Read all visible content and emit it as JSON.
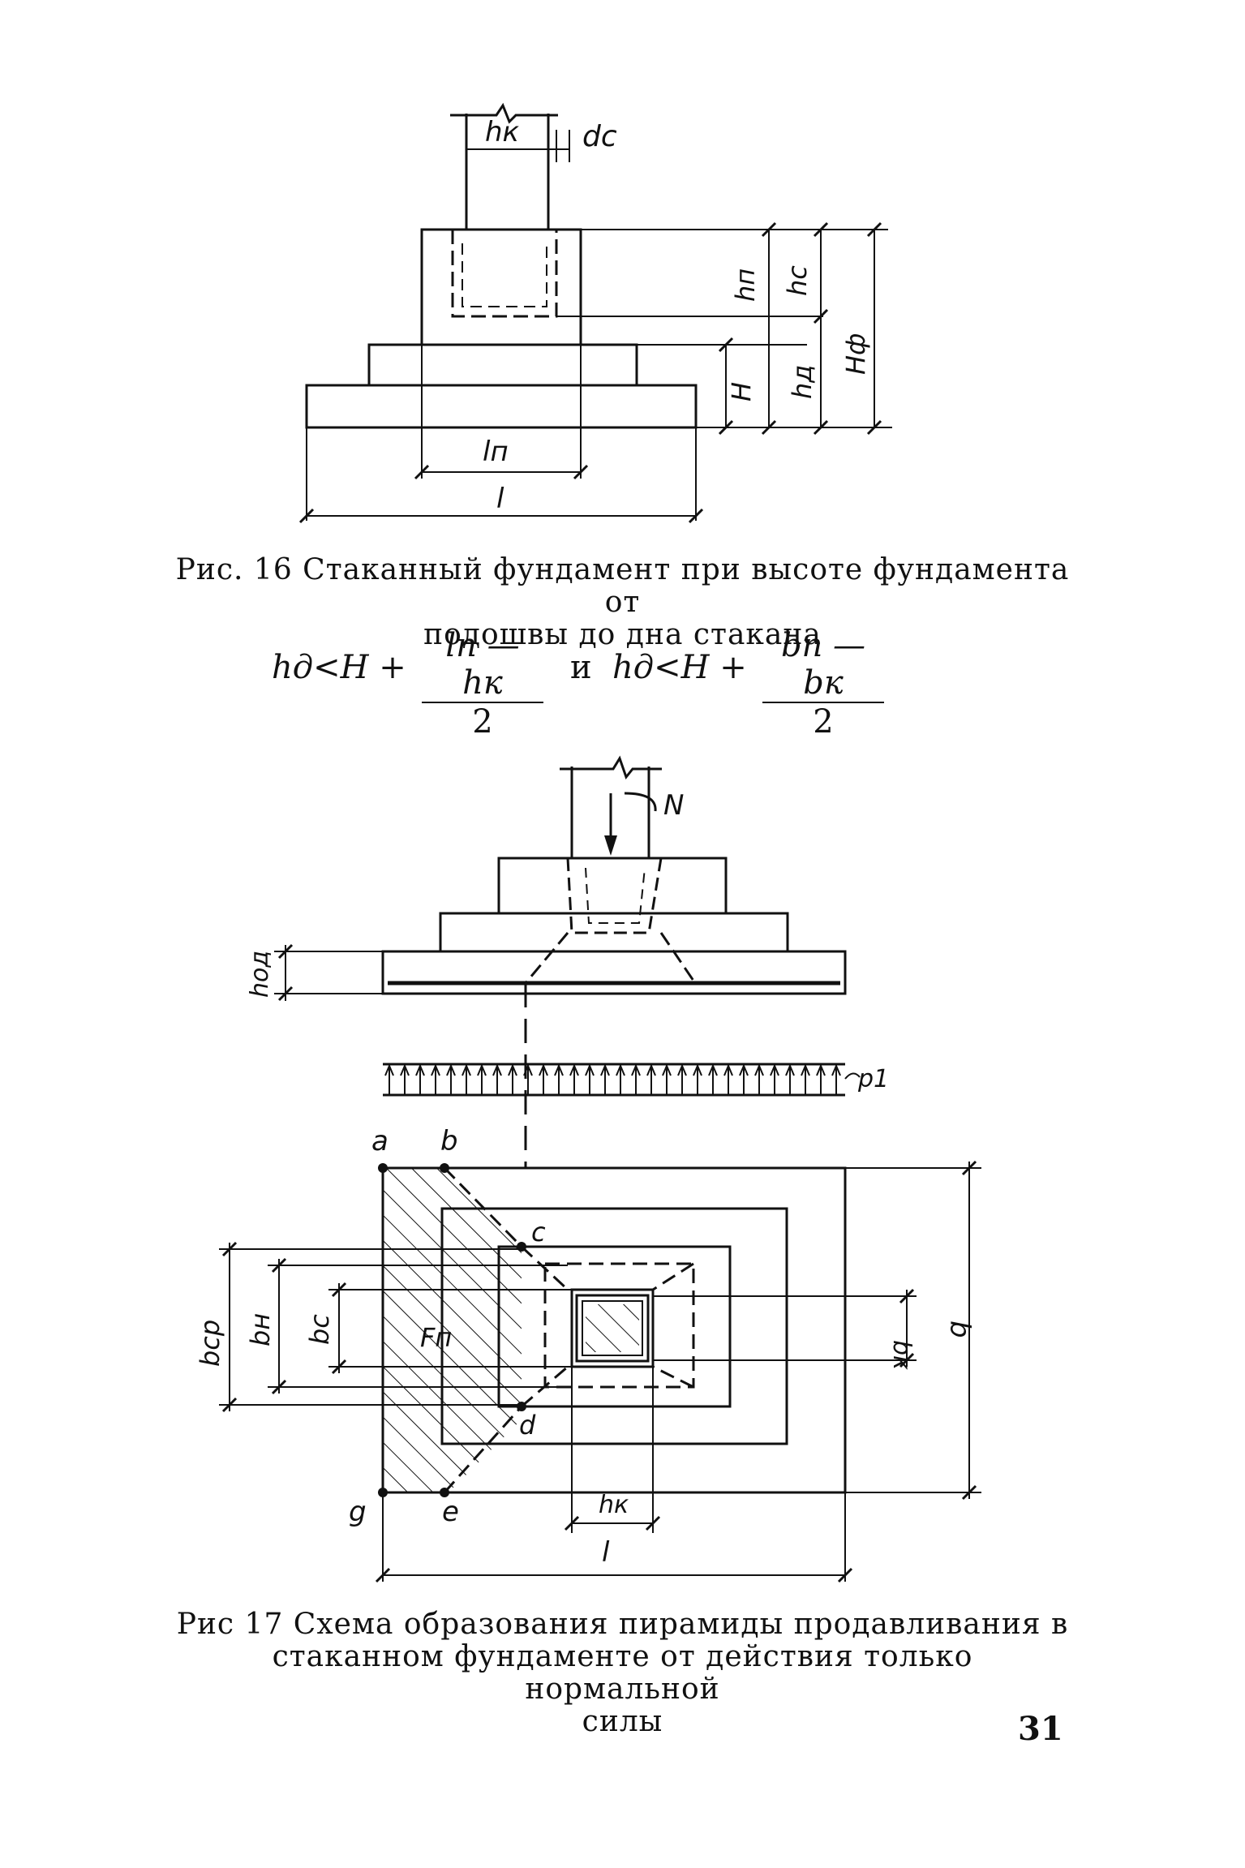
{
  "figure16": {
    "labels": {
      "hk": "hк",
      "dc": "dc",
      "hn": "hп",
      "hc": "hc",
      "hf": "Hф",
      "hd": "hд",
      "H": "H",
      "ln": "lп",
      "l": "l"
    },
    "caption_line1": "Рис. 16  Стаканный фундамент при высоте фундамента от",
    "caption_line2": "подошвы до дна стакана"
  },
  "formula": {
    "left_lhs": "hд<H +",
    "left_num": "lп — hк",
    "left_den": "2",
    "conj": "и",
    "right_lhs": "hд<H +",
    "right_num": "bп — bк",
    "right_den": "2"
  },
  "figure17": {
    "labels": {
      "N": "N",
      "hod": "hод",
      "p1": "p1",
      "a": "a",
      "b_pt": "b",
      "c": "c",
      "d": "d",
      "g": "g",
      "e": "e",
      "bcp": "bcp",
      "bn": "bн",
      "bc": "bc",
      "Fn": "Fп",
      "bk": "bк",
      "b": "b",
      "hk": "hк",
      "l": "l"
    },
    "caption_line1": "Рис  17  Схема образования пирамиды продавливания в",
    "caption_line2": "стаканном фундаменте от действия  только  нормальной",
    "caption_line3": "силы"
  },
  "page_number": "31"
}
